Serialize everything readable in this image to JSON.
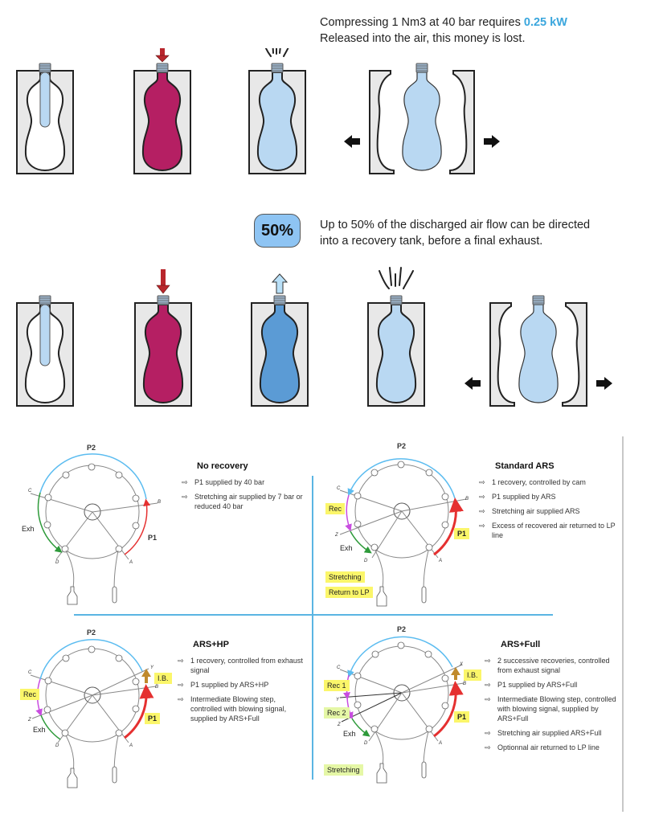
{
  "top_section": {
    "caption_line1_prefix": "Compressing 1 Nm3 at 40 bar requires ",
    "caption_line1_highlight": "0.25 kW",
    "caption_line2": "Released into the air, this money is lost.",
    "steps": [
      "preform-in-mold",
      "blowing",
      "exhaust",
      "mold-opening"
    ]
  },
  "middle_section": {
    "badge": "50%",
    "caption_line1": "Up to 50% of the discharged air flow can be directed",
    "caption_line2": "into a recovery tank, before a final exhaust.",
    "steps": [
      "preform-in-mold",
      "blowing",
      "recovery",
      "exhaust",
      "mold-opening"
    ]
  },
  "colors": {
    "accent_blue": "#3aa6dd",
    "p2_arc": "#5bbcf0",
    "p1_arc": "#e53030",
    "exh_arc": "#2e9a3a",
    "rec_arc": "#c94de0",
    "ib_arrow": "#c08a2c",
    "highlight_yellow": "#fbf66a",
    "highlight_green": "#e5f7a6",
    "bottle_magenta": "#b51f63",
    "bottle_lightblue": "#b9d8f2",
    "bottle_blue": "#5b9bd5"
  },
  "panels": [
    {
      "title": "No recovery",
      "bullets": [
        "P1 supplied by 40 bar",
        "Stretching air supplied by 7 bar or reduced 40 bar"
      ],
      "diagram": {
        "p2": "P2",
        "p1": "P1",
        "exh": "Exh",
        "points": [
          "A",
          "B",
          "C",
          "D"
        ],
        "tags": []
      }
    },
    {
      "title": "Standard ARS",
      "bullets": [
        "1 recovery, controlled by cam",
        "P1 supplied by ARS",
        "Stretching air supplied ARS",
        "Excess of recovered air returned to LP line"
      ],
      "diagram": {
        "p2": "P2",
        "p1": "P1",
        "exh": "Exh",
        "rec": "Rec",
        "points": [
          "A",
          "B",
          "C",
          "D",
          "Z"
        ],
        "tags": [
          "Stretching",
          "Return to LP"
        ]
      }
    },
    {
      "title": "ARS+HP",
      "bullets": [
        "1 recovery, controlled from exhaust signal",
        "P1 supplied by ARS+HP",
        "Intermediate Blowing step, controlled with blowing signal, supplied by ARS+Full"
      ],
      "diagram": {
        "p2": "P2",
        "p1": "P1",
        "exh": "Exh",
        "rec": "Rec",
        "ib": "I.B.",
        "points": [
          "A",
          "B",
          "C",
          "D",
          "Y",
          "Z"
        ],
        "tags": []
      }
    },
    {
      "title": "ARS+Full",
      "bullets": [
        "2 successive recoveries, controlled from exhaust signal",
        "P1 supplied by ARS+Full",
        "Intermediate Blowing step, controlled with blowing signal, supplied by ARS+Full",
        "Stretching air supplied ARS+Full",
        "Optionnal air returned to LP line"
      ],
      "diagram": {
        "p2": "P2",
        "p1": "P1",
        "exh": "Exh",
        "rec1": "Rec 1",
        "rec2": "Rec 2",
        "ib": "I.B.",
        "points": [
          "A",
          "B",
          "C",
          "D",
          "X",
          "Y",
          "Z"
        ],
        "tags": [
          "Stretching"
        ]
      }
    }
  ],
  "icons": {
    "bullet": "⇨"
  }
}
